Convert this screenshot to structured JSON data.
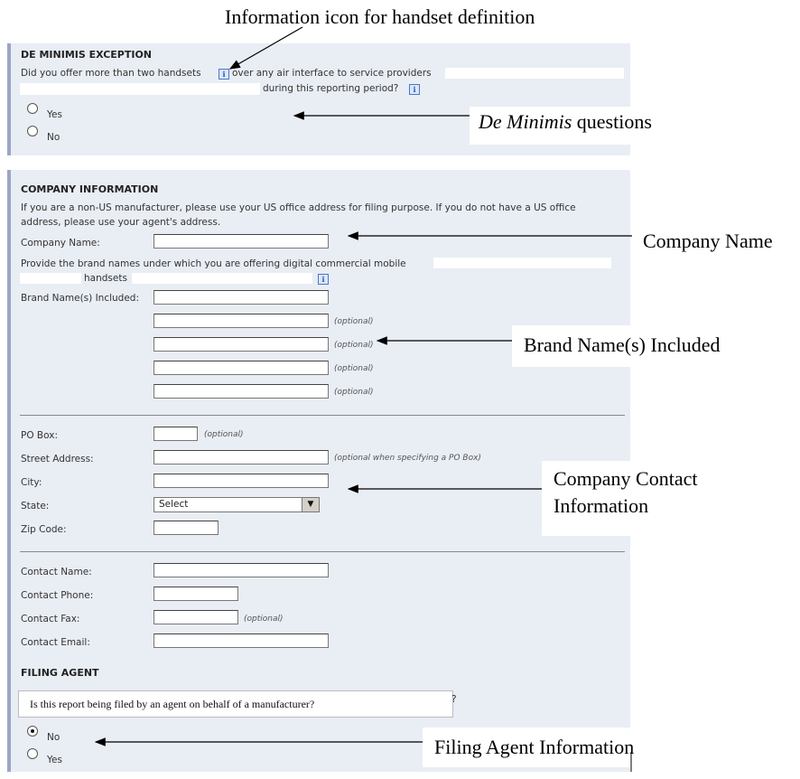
{
  "annotations": {
    "info_icon": "Information icon for handset definition",
    "de_minimis_italic": "De Minimis",
    "de_minimis_rest": " questions",
    "company_name": "Company Name",
    "brand_names": "Brand Name(s) Included",
    "contact_line1": "Company Contact",
    "contact_line2": "Information",
    "filing_agent": "Filing Agent Information"
  },
  "de_minimis": {
    "title": "DE MINIMIS EXCEPTION",
    "question_part1": "Did you offer more than two handsets",
    "question_part2": "over any air interface to service providers",
    "question_part3": "during this reporting period?",
    "options": [
      "Yes",
      "No"
    ]
  },
  "company": {
    "title": "COMPANY INFORMATION",
    "intro_line1": "If you are a non-US manufacturer, please use your US office address for filing purpose. If you do not have a US office",
    "intro_line2": "address, please use your agent's address.",
    "company_name_label": "Company Name:",
    "brand_prompt_line1": "Provide the brand names under which you are offering digital commercial mobile",
    "brand_prompt_line2": "handsets",
    "brand_label": "Brand Name(s) Included:",
    "optional": "(optional)",
    "po_box_label": "PO Box:",
    "street_label": "Street Address:",
    "street_hint": "(optional when specifying a PO Box)",
    "city_label": "City:",
    "state_label": "State:",
    "state_value": "Select",
    "zip_label": "Zip Code:",
    "contact_name_label": "Contact Name:",
    "contact_phone_label": "Contact Phone:",
    "contact_fax_label": "Contact Fax:",
    "contact_email_label": "Contact Email:"
  },
  "filing_agent": {
    "title": "FILING AGENT",
    "question": "Is this report being filed by an agent on behalf of a manufacturer?",
    "question_tail": "?",
    "options": [
      "No",
      "Yes"
    ],
    "selected": "No"
  },
  "icons": {
    "info": "i",
    "dropdown": "▼"
  }
}
